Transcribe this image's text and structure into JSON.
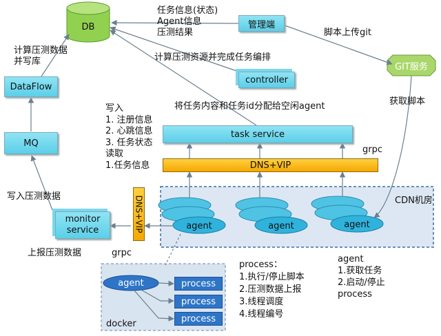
{
  "nodes": {
    "db": "DB",
    "manager": "管理端",
    "git": "GIT服务",
    "controller": "controller",
    "dataflow": "DataFlow",
    "mq": "MQ",
    "task_service": "task service",
    "dns_vip_h": "DNS+VIP",
    "dns_vip_v": "DNS+VIP",
    "monitor_service": "monitor\nservice",
    "cdn_room": "CDN机房",
    "agent_1": "agent",
    "agent_2": "agent",
    "agent_3": "agent",
    "docker_agent": "agent",
    "process_1": "process",
    "process_2": "process",
    "process_3": "process",
    "docker": "docker"
  },
  "labels": {
    "task_info": "任务信息(状态)\nAgent信息\n压测结果",
    "upload_script": "脚本上传git",
    "compute_write": "计算压测数据\n并写库",
    "compute_resources": "计算压测资源并完成任务编排",
    "assign_task": "将任务内容和任务id分配给空闲agent",
    "get_script": "获取脚本",
    "write_read": "写入\n1. 注册信息\n2. 心跳信息\n3. 任务状态\n读取\n1.任务信息",
    "grpc_right": "grpc",
    "write_data": "写入压测数据",
    "report_data": "上报压测数据",
    "grpc_bottom": "grpc",
    "process_desc": "process：\n1.执行/停止脚本\n2.压测数据上报\n3.线程调度\n4.线程编号",
    "agent_desc": "agent\n1.获取任务\n2.启动/停止\nprocess"
  }
}
